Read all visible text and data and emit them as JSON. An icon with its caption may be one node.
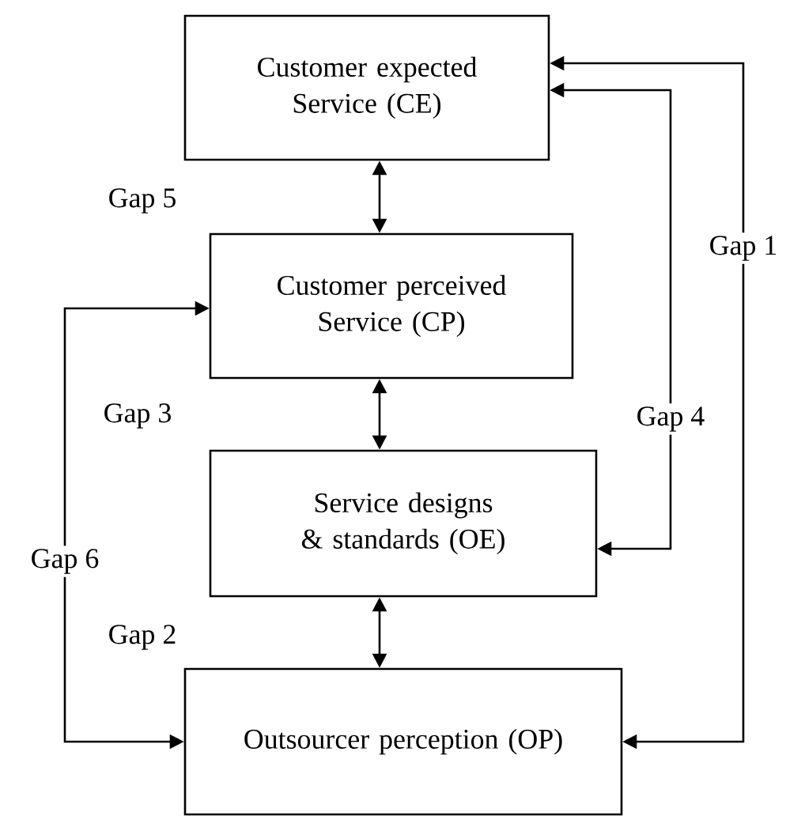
{
  "diagram": {
    "nodes": [
      {
        "text": [
          "Customer expected Service (CE)"
        ]
      },
      {
        "text": [
          "Customer perceived Service (CP)"
        ]
      },
      {
        "text": [
          "Service designs & standards (OE)"
        ]
      },
      {
        "text": [
          "Outsourcer perception (OP)"
        ]
      }
    ],
    "edges": [
      {
        "from": 0,
        "to": 1,
        "arrow": "both"
      },
      {
        "from": 1,
        "to": 2,
        "arrow": "both"
      },
      {
        "from": 2,
        "to": 3,
        "arrow": "both"
      },
      {
        "from": 3,
        "to": 0,
        "arrow": "both",
        "label": "Gap 1"
      },
      {
        "from": 2,
        "to": 0,
        "arrow": "both",
        "label": "Gap 4"
      },
      {
        "from": 1,
        "to": 3,
        "arrow": "both",
        "label": "Gap 6"
      }
    ],
    "labels": [
      "Gap 5",
      "Gap 3",
      "Gap 2"
    ]
  }
}
